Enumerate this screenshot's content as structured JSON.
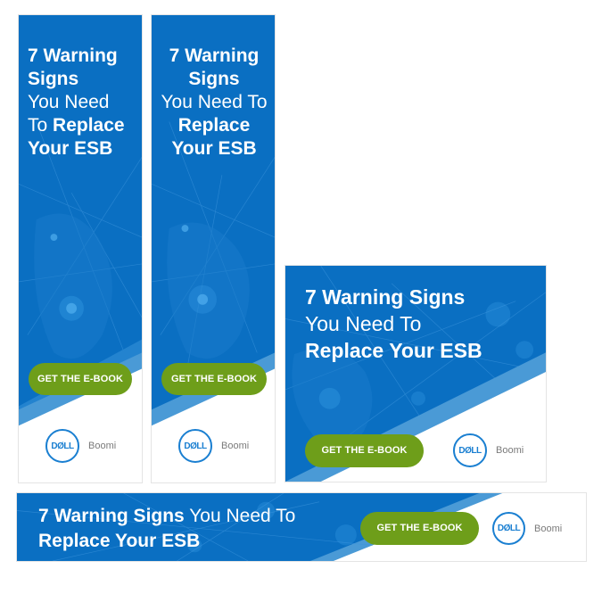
{
  "headline": {
    "part1": "7 Warning",
    "part2": "Signs",
    "part3": "You Need",
    "part4": "To",
    "part5": "Replace",
    "part6": "Your ESB",
    "full_bold_1": "7 Warning Signs",
    "full_light": "You Need To",
    "full_bold_2": "Replace Your ESB",
    "you_need_to": "You Need To"
  },
  "cta": {
    "label": "GET THE E-BOOK"
  },
  "brand": {
    "dell": "DØLL",
    "boomi": "Boomi"
  },
  "colors": {
    "blue": "#0a6fc2",
    "button_green": "#6e9e1a",
    "dell_blue": "#1a7fd1",
    "boomi_gray": "#7a7a7a"
  },
  "banners": [
    {
      "id": "skyscraper-left-aligned"
    },
    {
      "id": "skyscraper-center-aligned"
    },
    {
      "id": "medium-rectangle"
    },
    {
      "id": "leaderboard"
    }
  ]
}
